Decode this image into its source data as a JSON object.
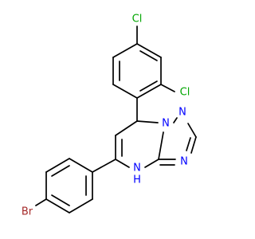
{
  "molecule": {
    "atoms": {
      "cl_top": {
        "label": "Cl",
        "color": "#00a600"
      },
      "cl_side": {
        "label": "Cl",
        "color": "#00a600"
      },
      "n_ring_1": {
        "label": "N",
        "color": "#0000ff"
      },
      "n_ring_2": {
        "label": "N",
        "color": "#0000ff"
      },
      "n_ring_3": {
        "label": "N",
        "color": "#0000ff"
      },
      "nh": {
        "label": "N",
        "color": "#0000ff"
      },
      "nh_h": {
        "label": "H",
        "color": "#0000ff"
      },
      "br": {
        "label": "Br",
        "color": "#a52a2a"
      }
    },
    "bond_color": "#000000"
  }
}
